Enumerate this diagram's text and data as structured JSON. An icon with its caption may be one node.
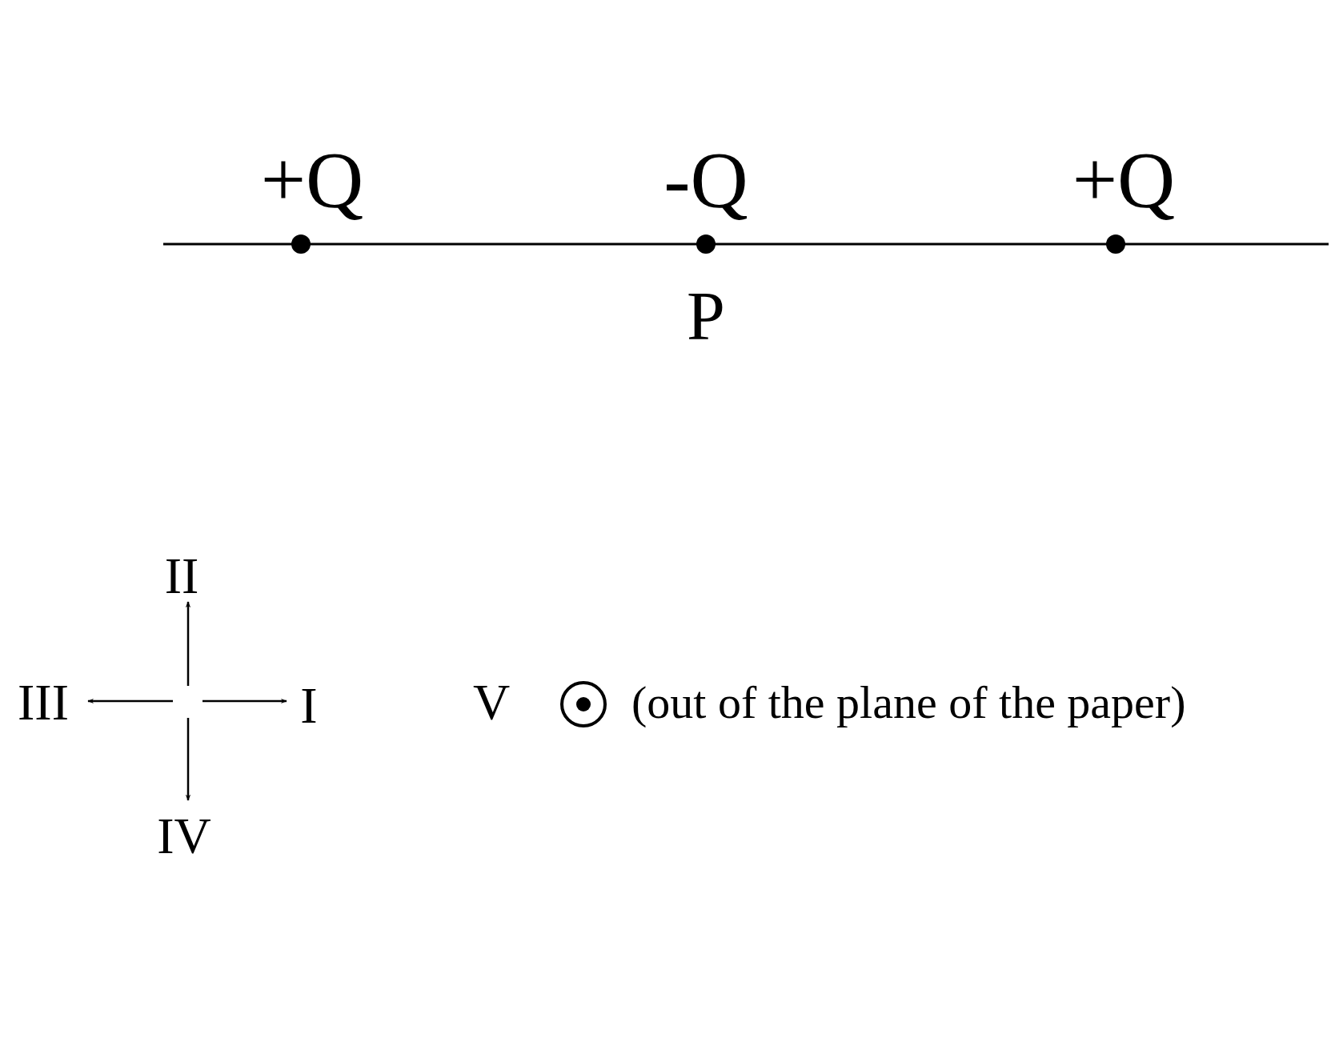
{
  "diagram": {
    "labels": [
      "+Q",
      "-Q",
      "+Q",
      "P",
      "II",
      "III",
      "I",
      "V",
      "(out of the plane of the paper)",
      "IV"
    ]
  }
}
